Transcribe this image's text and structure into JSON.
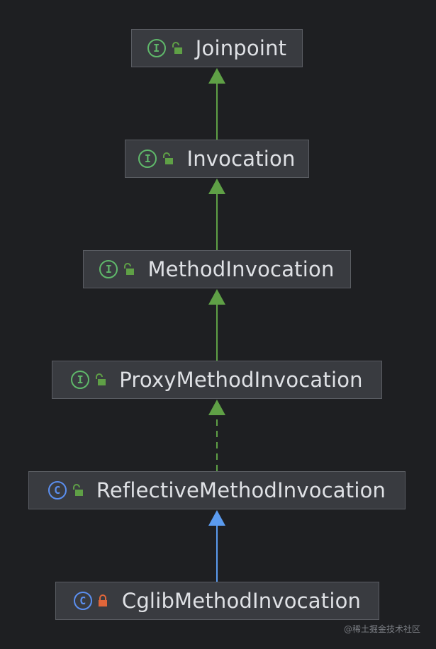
{
  "nodes": [
    {
      "id": "joinpoint",
      "label": "Joinpoint",
      "kind": "interface",
      "badge": "I",
      "access": "public"
    },
    {
      "id": "invocation",
      "label": "Invocation",
      "kind": "interface",
      "badge": "I",
      "access": "public"
    },
    {
      "id": "method-invocation",
      "label": "MethodInvocation",
      "kind": "interface",
      "badge": "I",
      "access": "public"
    },
    {
      "id": "proxy-method-invocation",
      "label": "ProxyMethodInvocation",
      "kind": "interface",
      "badge": "I",
      "access": "public"
    },
    {
      "id": "reflective-method-invocation",
      "label": "ReflectiveMethodInvocation",
      "kind": "class",
      "badge": "C",
      "access": "public"
    },
    {
      "id": "cglib-method-invocation",
      "label": "CglibMethodInvocation",
      "kind": "class",
      "badge": "C",
      "access": "private"
    }
  ],
  "edges": [
    {
      "from": "invocation",
      "to": "joinpoint",
      "style": "solid",
      "color": "#5fa046"
    },
    {
      "from": "method-invocation",
      "to": "invocation",
      "style": "solid",
      "color": "#5fa046"
    },
    {
      "from": "proxy-method-invocation",
      "to": "method-invocation",
      "style": "solid",
      "color": "#5fa046"
    },
    {
      "from": "reflective-method-invocation",
      "to": "proxy-method-invocation",
      "style": "dashed",
      "color": "#5fa046"
    },
    {
      "from": "cglib-method-invocation",
      "to": "reflective-method-invocation",
      "style": "solid",
      "color": "#5b9bef"
    }
  ],
  "colors": {
    "background": "#1e1f22",
    "node_fill": "#393b40",
    "node_border": "#5a5d63",
    "interface_badge": "#5fb86a",
    "class_badge": "#5b8ff0",
    "public_lock": "#5fa046",
    "private_lock": "#e0663a"
  },
  "watermark": "@稀土掘金技术社区"
}
